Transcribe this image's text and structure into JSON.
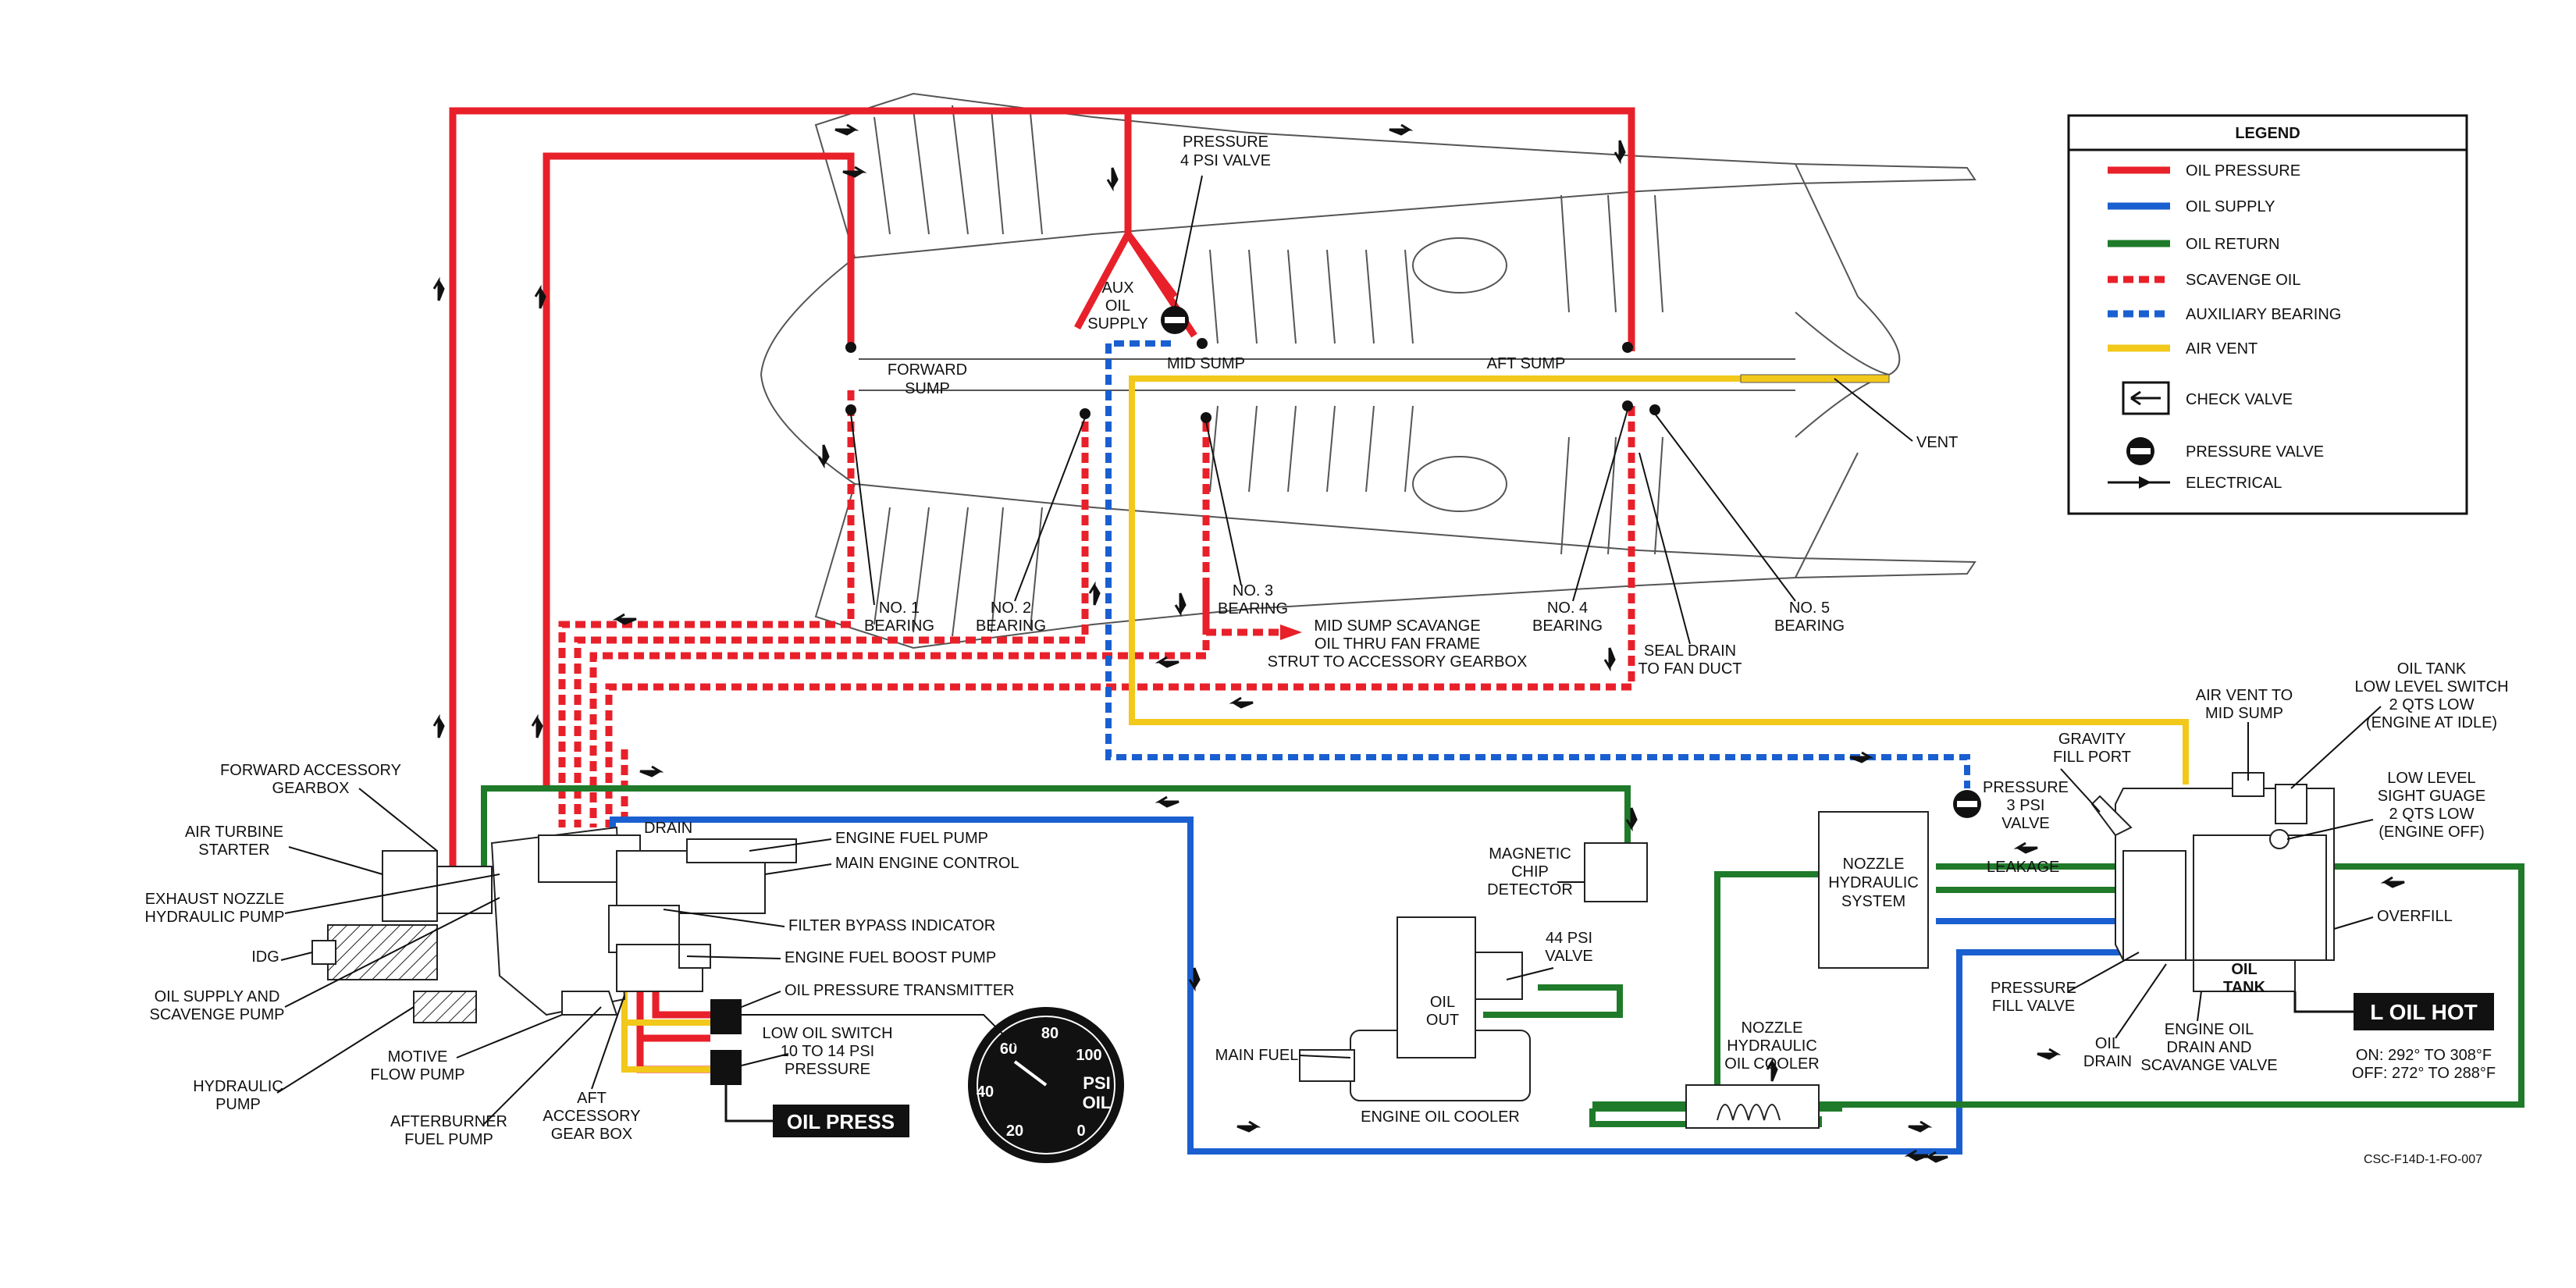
{
  "legend": {
    "title": "LEGEND",
    "items": [
      {
        "key": "oil_pressure",
        "label": "OIL PRESSURE",
        "color": "#e8202a",
        "style": "solid"
      },
      {
        "key": "oil_supply",
        "label": "OIL SUPPLY",
        "color": "#1a5fd0",
        "style": "solid"
      },
      {
        "key": "oil_return",
        "label": "OIL RETURN",
        "color": "#1f7a2a",
        "style": "solid"
      },
      {
        "key": "scavenge_oil",
        "label": "SCAVENGE OIL",
        "color": "#e8202a",
        "style": "dashed"
      },
      {
        "key": "aux_bearing",
        "label": "AUXILIARY BEARING",
        "color": "#1a5fd0",
        "style": "dashed"
      },
      {
        "key": "air_vent",
        "label": "AIR VENT",
        "color": "#f2c81a",
        "style": "solid"
      },
      {
        "key": "check_valve",
        "label": "CHECK VALVE",
        "icon": "check-valve-icon"
      },
      {
        "key": "pressure_valve",
        "label": "PRESSURE VALVE",
        "icon": "pressure-valve-icon"
      },
      {
        "key": "electrical",
        "label": "ELECTRICAL",
        "icon": "electrical-arrow-icon"
      }
    ]
  },
  "labels": {
    "pressure_valve_top": [
      "PRESSURE",
      "4 PSI VALVE"
    ],
    "aux_oil_supply": [
      "AUX",
      "OIL",
      "SUPPLY"
    ],
    "forward_sump": [
      "FORWARD",
      "SUMP"
    ],
    "mid_sump": "MID SUMP",
    "aft_sump": "AFT SUMP",
    "vent": "VENT",
    "no1_bearing": [
      "NO. 1",
      "BEARING"
    ],
    "no2_bearing": [
      "NO. 2",
      "BEARING"
    ],
    "no3_bearing": [
      "NO. 3",
      "BEARING"
    ],
    "no4_bearing": [
      "NO. 4",
      "BEARING"
    ],
    "no5_bearing": [
      "NO. 5",
      "BEARING"
    ],
    "mid_sump_scavenge": [
      "MID SUMP SCAVANGE",
      "OIL THRU FAN FRAME",
      "STRUT TO ACCESSORY GEARBOX"
    ],
    "seal_drain": [
      "SEAL DRAIN",
      "TO FAN DUCT"
    ],
    "forward_accessory_gearbox": [
      "FORWARD ACCESSORY",
      "GEARBOX"
    ],
    "air_turbine_starter": [
      "AIR TURBINE",
      "STARTER"
    ],
    "exhaust_nozzle_pump": [
      "EXHAUST NOZZLE",
      "HYDRAULIC PUMP"
    ],
    "idg": "IDG",
    "oil_supply_scavenge_pump": [
      "OIL SUPPLY AND",
      "SCAVENGE PUMP"
    ],
    "hydraulic_pump": [
      "HYDRAULIC",
      "PUMP"
    ],
    "motive_flow_pump": [
      "MOTIVE",
      "FLOW PUMP"
    ],
    "afterburner_fuel_pump": [
      "AFTERBURNER",
      "FUEL PUMP"
    ],
    "aft_accessory_gearbox": [
      "AFT",
      "ACCESSORY",
      "GEAR BOX"
    ],
    "drain": "DRAIN",
    "engine_fuel_pump": "ENGINE FUEL PUMP",
    "main_engine_control": "MAIN ENGINE CONTROL",
    "filter_bypass_indicator": "FILTER BYPASS INDICATOR",
    "engine_fuel_boost_pump": "ENGINE FUEL BOOST PUMP",
    "oil_pressure_transmitter": "OIL PRESSURE TRANSMITTER",
    "low_oil_switch": [
      "LOW OIL SWITCH",
      "10 TO 14 PSI",
      "PRESSURE"
    ],
    "oil_press_box": "OIL PRESS",
    "magnetic_chip_detector": [
      "MAGNETIC",
      "CHIP",
      "DETECTOR"
    ],
    "psi_valve_44": [
      "44 PSI",
      "VALVE"
    ],
    "oil_out": [
      "OIL",
      "OUT"
    ],
    "main_fuel": "MAIN FUEL",
    "engine_oil_cooler": "ENGINE OIL COOLER",
    "nozzle_hydraulic_system": [
      "NOZZLE",
      "HYDRAULIC",
      "SYSTEM"
    ],
    "nozzle_hydraulic_oil_cooler": [
      "NOZZLE",
      "HYDRAULIC",
      "OIL COOLER"
    ],
    "pressure_3psi_valve": [
      "PRESSURE",
      "3 PSI",
      "VALVE"
    ],
    "leakage": "LEAKAGE",
    "gravity_fill_port": [
      "GRAVITY",
      "FILL PORT"
    ],
    "air_vent_mid_sump": [
      "AIR VENT TO",
      "MID SUMP"
    ],
    "oil_tank_low_level_switch": [
      "OIL TANK",
      "LOW LEVEL SWITCH",
      "2 QTS LOW",
      "(ENGINE AT IDLE)"
    ],
    "low_level_sight_gauge": [
      "LOW LEVEL",
      "SIGHT GUAGE",
      "2 QTS LOW",
      "(ENGINE OFF)"
    ],
    "overfill": "OVERFILL",
    "oil_tank": [
      "OIL",
      "TANK"
    ],
    "pressure_fill_valve": [
      "PRESSURE",
      "FILL VALVE"
    ],
    "oil_drain": [
      "OIL",
      "DRAIN"
    ],
    "engine_oil_drain_valve": [
      "ENGINE OIL",
      "DRAIN AND",
      "SCAVANGE VALVE"
    ],
    "l_oil_hot_box": "L OIL HOT",
    "oil_hot_on": "ON: 292° TO 308°F",
    "oil_hot_off": "OFF: 272° TO 288°F",
    "doc_code": "CSC-F14D-1-FO-007"
  },
  "gauge": {
    "ticks": [
      "20",
      "40",
      "60",
      "80",
      "100",
      "0"
    ],
    "unit": [
      "PSI",
      "OIL"
    ]
  }
}
